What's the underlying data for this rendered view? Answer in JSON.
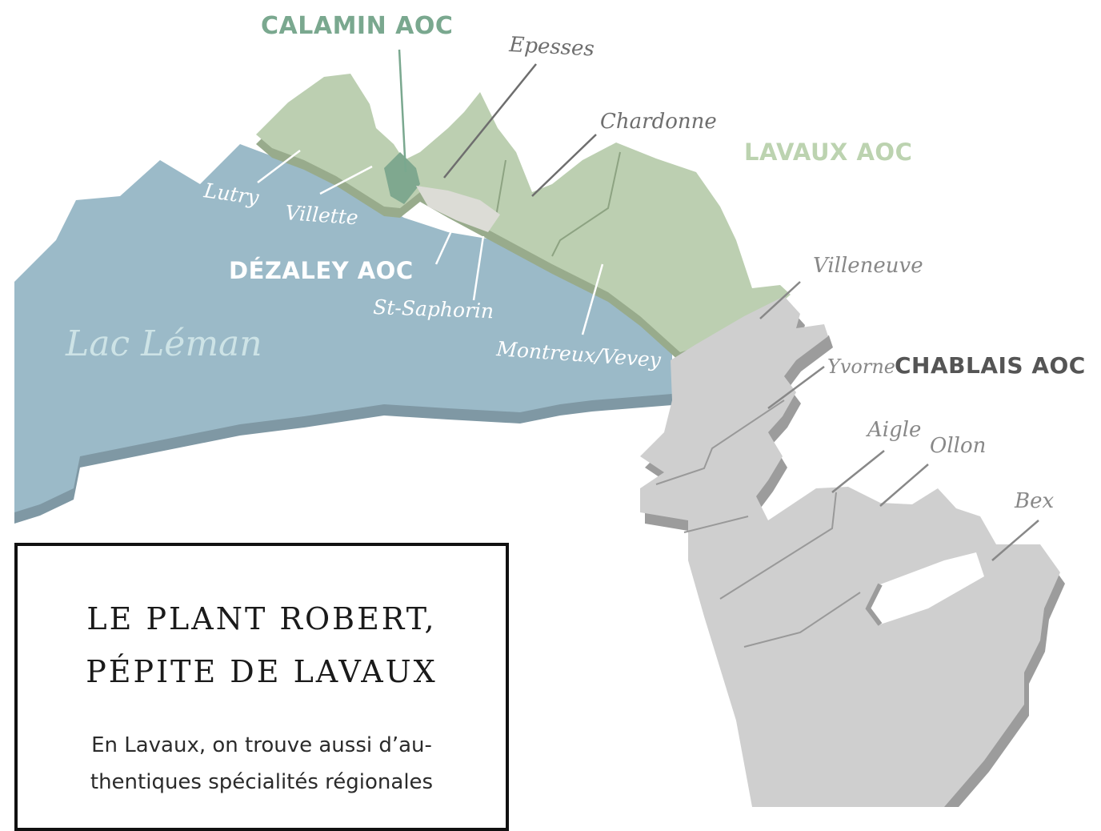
{
  "colors": {
    "lake": "#9bbac8",
    "lake_edge": "#7f98a4",
    "lavaux": "#bccfb1",
    "lavaux_edge": "#98ab8c",
    "calamin": "#7fa88f",
    "dezaley": "#dcdcd6",
    "chablais": "#cfcfcf",
    "chablais_edge": "#9c9c9c",
    "label_calamin": "#7aa88f",
    "label_lavaux": "#bcd3b0",
    "label_chablais": "#555555",
    "label_dezaley": "#ffffff",
    "label_lake": "#cde3e6"
  },
  "map": {
    "lake_name": "Lac Léman",
    "regions": {
      "calamin": "CALAMIN AOC",
      "lavaux": "LAVAUX AOC",
      "dezaley": "DÉZALEY AOC",
      "chablais": "CHABLAIS AOC"
    },
    "places": {
      "epesses": "Epesses",
      "chardonne": "Chardonne",
      "lutry": "Lutry",
      "villette": "Villette",
      "st_saphorin": "St-Saphorin",
      "montreux_vevey": "Montreux/Vevey",
      "villeneuve": "Villeneuve",
      "yvorne": "Yvorne",
      "aigle": "Aigle",
      "ollon": "Ollon",
      "bex": "Bex"
    }
  },
  "article": {
    "title_line1": "LE PLANT ROBERT,",
    "title_line2": "PÉPITE DE LAVAUX",
    "body_line1": "En Lavaux, on trouve aussi d’au-",
    "body_line2": "thentiques spécialités régionales"
  }
}
